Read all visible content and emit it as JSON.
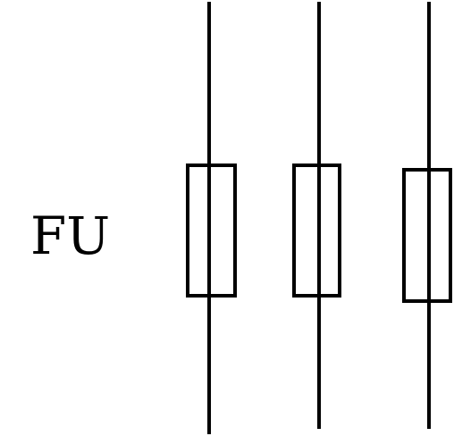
{
  "label": "FU",
  "colors": {
    "stroke": "#000000",
    "background": "#ffffff"
  },
  "fuses": [
    {
      "name": "fuse-1"
    },
    {
      "name": "fuse-2"
    },
    {
      "name": "fuse-3"
    }
  ]
}
